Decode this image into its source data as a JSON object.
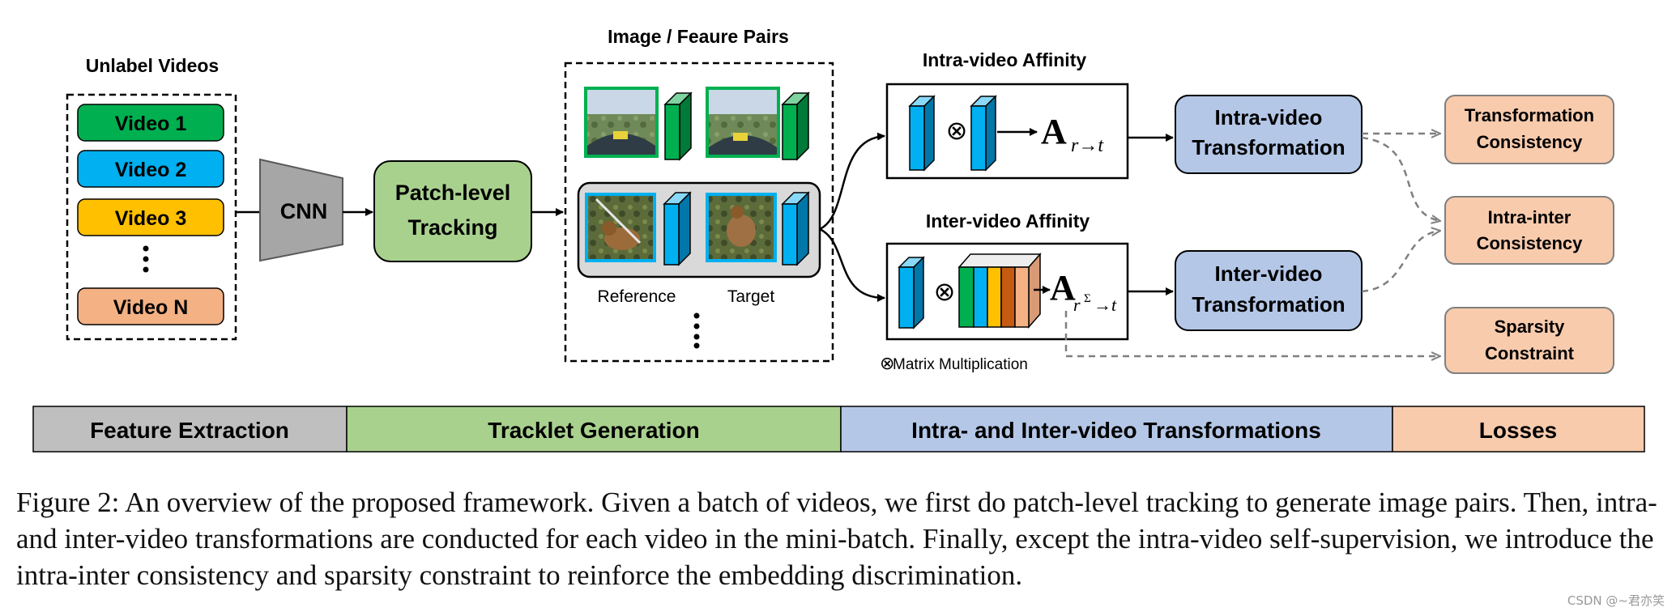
{
  "groups": {
    "unlabel_videos": "Unlabel Videos",
    "image_pairs": "Image / Feaure Pairs",
    "intra_affinity": "Intra-video Affinity",
    "inter_affinity": "Inter-video Affinity"
  },
  "videos": [
    "Video 1",
    "Video 2",
    "Video 3",
    "Video N"
  ],
  "modules": {
    "cnn": "CNN",
    "tracking_line1": "Patch-level",
    "tracking_line2": "Tracking",
    "intra_trans_line1": "Intra-video",
    "intra_trans_line2": "Transformation",
    "inter_trans_line1": "Inter-video",
    "inter_trans_line2": "Transformation"
  },
  "pair_labels": {
    "reference": "Reference",
    "target": "Target"
  },
  "math": {
    "affinity_symbol": "A",
    "intra_sub": "r→t",
    "inter_sub_r": "r",
    "inter_sub_sigma": "Σ",
    "inter_sub_t": "→t",
    "otimes": "⊗",
    "legend": "Matrix Multiplication"
  },
  "losses": {
    "transformation_line1": "Transformation",
    "transformation_line2": "Consistency",
    "intra_inter_line1": "Intra-inter",
    "intra_inter_line2": "Consistency",
    "sparsity_line1": "Sparsity",
    "sparsity_line2": "Constraint"
  },
  "stages": [
    {
      "label": "Feature Extraction",
      "color": "#bfbfbf"
    },
    {
      "label": "Tracklet Generation",
      "color": "#a9d18e"
    },
    {
      "label": "Intra- and Inter-video Transformations",
      "color": "#b4c7e7"
    },
    {
      "label": "Losses",
      "color": "#f8cbad"
    }
  ],
  "colors": {
    "video1": "#00b050",
    "video2": "#00b0f0",
    "video3": "#ffc000",
    "videoN": "#f4b183",
    "cnn": "#a6a6a6",
    "tracking": "#a9d18e",
    "transform": "#b4c7e7",
    "loss": "#f8cbad",
    "feature_green": "#00b050",
    "feature_blue": "#00b0f0",
    "feature_orange": "#ffc000",
    "feature_dark_orange": "#c55a11",
    "feature_peach": "#f4b183"
  },
  "caption": "Figure 2: An overview of the proposed framework. Given a batch of videos, we first do patch-level tracking to generate image pairs. Then, intra- and inter-video transformations are conducted for each video in the mini-batch. Finally, except the intra-video self-supervision, we introduce the intra-inter consistency and sparsity constraint to reinforce the embedding discrimination.",
  "watermark": "CSDN @~君亦笑"
}
